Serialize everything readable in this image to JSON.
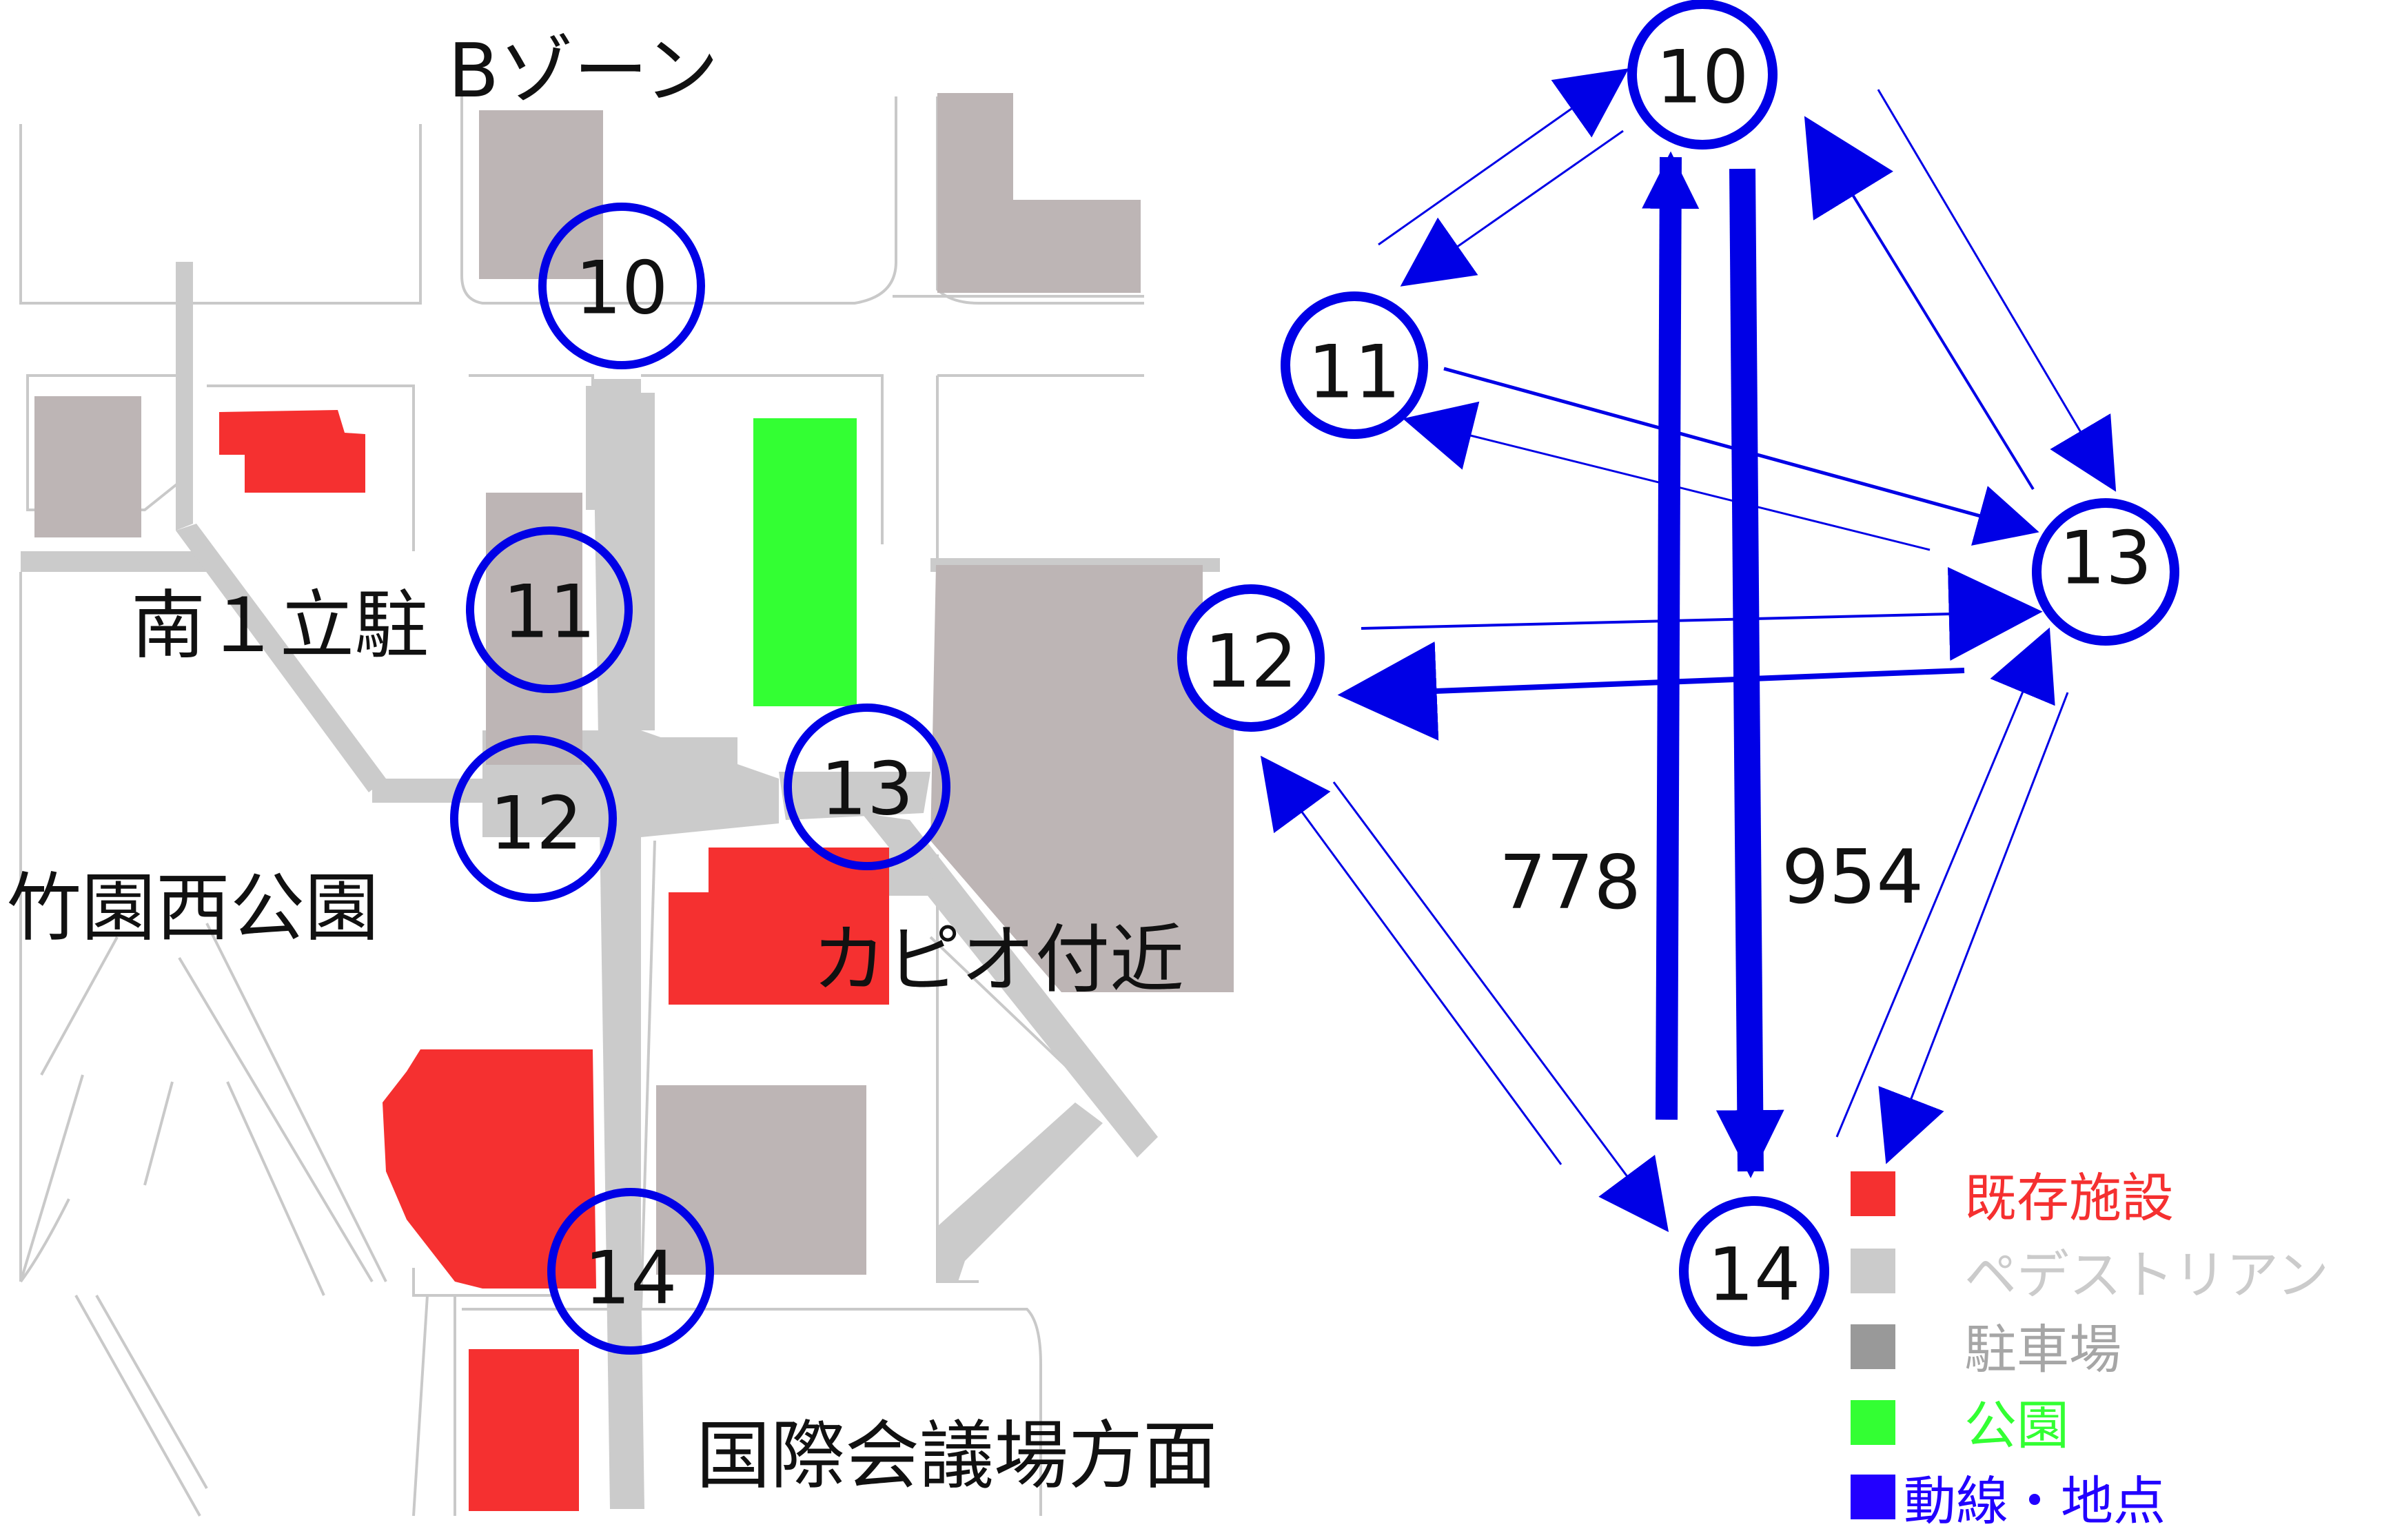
{
  "map": {
    "area_labels": {
      "b_zone": "Bゾーン",
      "minami1": "南１立駐",
      "takezono": "竹園西公園",
      "capio": "カピオ付近",
      "kokusai": "国際会議場方面"
    },
    "points": [
      "10",
      "11",
      "12",
      "13",
      "14"
    ]
  },
  "flow": {
    "nodes": [
      "10",
      "11",
      "12",
      "13",
      "14"
    ],
    "labels": {
      "up_14_10": "778",
      "down_10_14": "954"
    }
  },
  "legend": {
    "items": [
      {
        "label": "既存施設",
        "color": "#f53030"
      },
      {
        "label": "ペデストリアン",
        "color": "#cbcbcb"
      },
      {
        "label": "駐車場",
        "color": "#999999"
      },
      {
        "label": "公園",
        "color": "#33ff33"
      },
      {
        "label": "動線・地点",
        "color": "#2200ff"
      }
    ]
  },
  "colors": {
    "route": "#0000e6",
    "facility": "#f53030",
    "pedestrian": "#cbcbcb",
    "parking": "#bdb5b5",
    "park": "#33ff33"
  }
}
